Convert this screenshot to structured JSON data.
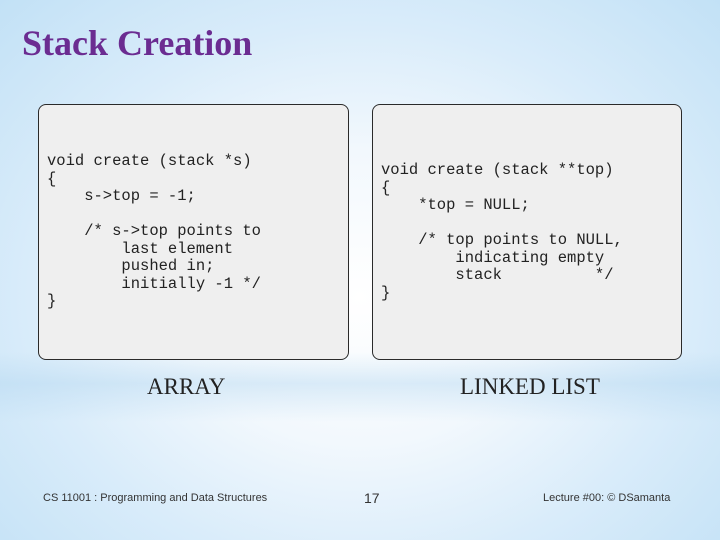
{
  "slide": {
    "title": "Stack Creation",
    "left_panel": {
      "code": "void create (stack *s)\n{\n    s->top = -1;\n\n    /* s->top points to\n        last element\n        pushed in;\n        initially -1 */\n}",
      "caption": "ARRAY"
    },
    "right_panel": {
      "code": "void create (stack **top)\n{\n    *top = NULL;\n\n    /* top points to NULL,\n        indicating empty\n        stack          */\n}",
      "caption": "LINKED LIST"
    },
    "footer": {
      "course": "CS 11001 : Programming and Data Structures",
      "page_number": "17",
      "lecture": "Lecture #00: © DSamanta"
    }
  }
}
